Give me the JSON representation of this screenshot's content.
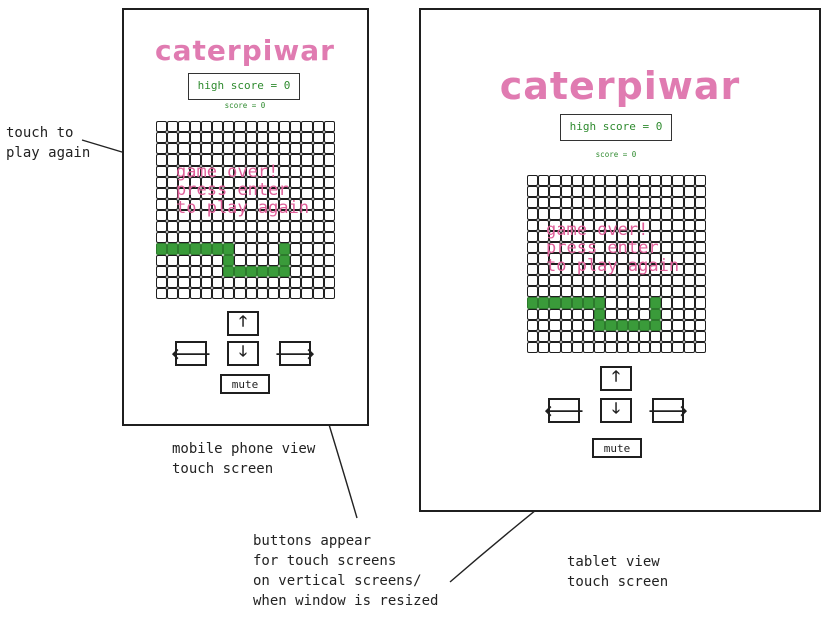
{
  "title": "caterpiwar",
  "high_score": "high score = 0",
  "score": "score = 0",
  "game_over_message": "game over!\npress enter\nto play again",
  "buttons": {
    "up": "🡑",
    "left": "🡐",
    "down": "🡓",
    "right": "🡒",
    "mute": "mute"
  },
  "annotations": {
    "touch_to_play": "touch to\nplay again",
    "mobile_label": "mobile phone view\ntouch screen",
    "tablet_label": "tablet view\ntouch screen",
    "buttons_note": "buttons appear\nfor touch screens\non vertical screens/\nwhen window is resized"
  },
  "colors": {
    "title": "#e07bb1",
    "message": "#e0609a",
    "score": "#2f8b2f",
    "snake": "#3a9b3a"
  }
}
